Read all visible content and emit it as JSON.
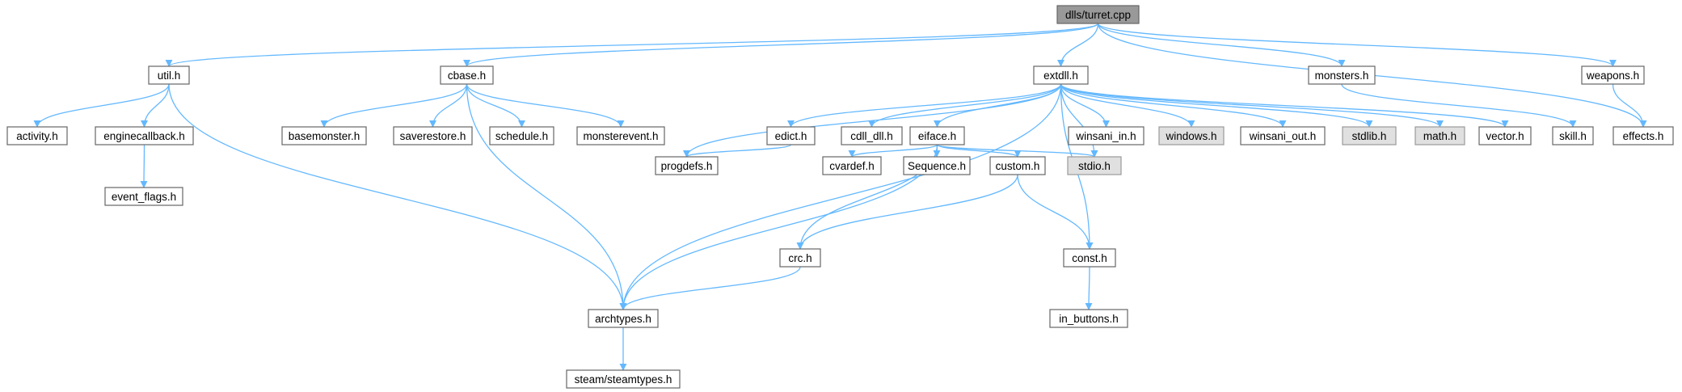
{
  "colors": {
    "edge": "#63b8ff",
    "node_border": "#666666",
    "root_fill": "#999999",
    "system_fill": "#e0e0e0"
  },
  "nodes": [
    {
      "id": "turret_cpp",
      "label": "dlls/turret.cpp",
      "kind": "root"
    },
    {
      "id": "util_h",
      "label": "util.h",
      "kind": "file"
    },
    {
      "id": "cbase_h",
      "label": "cbase.h",
      "kind": "file"
    },
    {
      "id": "extdll_h",
      "label": "extdll.h",
      "kind": "file"
    },
    {
      "id": "monsters_h",
      "label": "monsters.h",
      "kind": "file"
    },
    {
      "id": "weapons_h",
      "label": "weapons.h",
      "kind": "file"
    },
    {
      "id": "activity_h",
      "label": "activity.h",
      "kind": "file"
    },
    {
      "id": "enginecallback_h",
      "label": "enginecallback.h",
      "kind": "file"
    },
    {
      "id": "event_flags_h",
      "label": "event_flags.h",
      "kind": "file"
    },
    {
      "id": "basemonster_h",
      "label": "basemonster.h",
      "kind": "file"
    },
    {
      "id": "saverestore_h",
      "label": "saverestore.h",
      "kind": "file"
    },
    {
      "id": "schedule_h",
      "label": "schedule.h",
      "kind": "file"
    },
    {
      "id": "monsterevent_h",
      "label": "monsterevent.h",
      "kind": "file"
    },
    {
      "id": "edict_h",
      "label": "edict.h",
      "kind": "file"
    },
    {
      "id": "cdll_dll_h",
      "label": "cdll_dll.h",
      "kind": "file"
    },
    {
      "id": "eiface_h",
      "label": "eiface.h",
      "kind": "file"
    },
    {
      "id": "winsani_in_h",
      "label": "winsani_in.h",
      "kind": "file"
    },
    {
      "id": "windows_h",
      "label": "windows.h",
      "kind": "system"
    },
    {
      "id": "winsani_out_h",
      "label": "winsani_out.h",
      "kind": "file"
    },
    {
      "id": "stdlib_h",
      "label": "stdlib.h",
      "kind": "system"
    },
    {
      "id": "math_h",
      "label": "math.h",
      "kind": "system"
    },
    {
      "id": "vector_h",
      "label": "vector.h",
      "kind": "file"
    },
    {
      "id": "skill_h",
      "label": "skill.h",
      "kind": "file"
    },
    {
      "id": "effects_h",
      "label": "effects.h",
      "kind": "file"
    },
    {
      "id": "progdefs_h",
      "label": "progdefs.h",
      "kind": "file"
    },
    {
      "id": "cvardef_h",
      "label": "cvardef.h",
      "kind": "file"
    },
    {
      "id": "sequence_h",
      "label": "Sequence.h",
      "kind": "file"
    },
    {
      "id": "custom_h",
      "label": "custom.h",
      "kind": "file"
    },
    {
      "id": "stdio_h",
      "label": "stdio.h",
      "kind": "system"
    },
    {
      "id": "crc_h",
      "label": "crc.h",
      "kind": "file"
    },
    {
      "id": "const_h",
      "label": "const.h",
      "kind": "file"
    },
    {
      "id": "archtypes_h",
      "label": "archtypes.h",
      "kind": "file"
    },
    {
      "id": "in_buttons_h",
      "label": "in_buttons.h",
      "kind": "file"
    },
    {
      "id": "steamtypes_h",
      "label": "steam/steamtypes.h",
      "kind": "file"
    }
  ],
  "edges": [
    [
      "turret_cpp",
      "util_h"
    ],
    [
      "turret_cpp",
      "cbase_h"
    ],
    [
      "turret_cpp",
      "extdll_h"
    ],
    [
      "turret_cpp",
      "monsters_h"
    ],
    [
      "turret_cpp",
      "weapons_h"
    ],
    [
      "turret_cpp",
      "effects_h"
    ],
    [
      "util_h",
      "activity_h"
    ],
    [
      "util_h",
      "enginecallback_h"
    ],
    [
      "util_h",
      "archtypes_h"
    ],
    [
      "enginecallback_h",
      "event_flags_h"
    ],
    [
      "cbase_h",
      "basemonster_h"
    ],
    [
      "cbase_h",
      "saverestore_h"
    ],
    [
      "cbase_h",
      "schedule_h"
    ],
    [
      "cbase_h",
      "monsterevent_h"
    ],
    [
      "cbase_h",
      "archtypes_h"
    ],
    [
      "extdll_h",
      "edict_h"
    ],
    [
      "extdll_h",
      "cdll_dll_h"
    ],
    [
      "extdll_h",
      "eiface_h"
    ],
    [
      "extdll_h",
      "winsani_in_h"
    ],
    [
      "extdll_h",
      "windows_h"
    ],
    [
      "extdll_h",
      "winsani_out_h"
    ],
    [
      "extdll_h",
      "stdlib_h"
    ],
    [
      "extdll_h",
      "math_h"
    ],
    [
      "extdll_h",
      "vector_h"
    ],
    [
      "extdll_h",
      "progdefs_h"
    ],
    [
      "extdll_h",
      "archtypes_h"
    ],
    [
      "extdll_h",
      "stdio_h"
    ],
    [
      "extdll_h",
      "const_h"
    ],
    [
      "monsters_h",
      "skill_h"
    ],
    [
      "weapons_h",
      "effects_h"
    ],
    [
      "edict_h",
      "progdefs_h"
    ],
    [
      "eiface_h",
      "cvardef_h"
    ],
    [
      "eiface_h",
      "sequence_h"
    ],
    [
      "eiface_h",
      "custom_h"
    ],
    [
      "eiface_h",
      "stdio_h"
    ],
    [
      "eiface_h",
      "crc_h"
    ],
    [
      "eiface_h",
      "archtypes_h"
    ],
    [
      "custom_h",
      "crc_h"
    ],
    [
      "custom_h",
      "const_h"
    ],
    [
      "crc_h",
      "archtypes_h"
    ],
    [
      "const_h",
      "in_buttons_h"
    ],
    [
      "archtypes_h",
      "steamtypes_h"
    ]
  ]
}
